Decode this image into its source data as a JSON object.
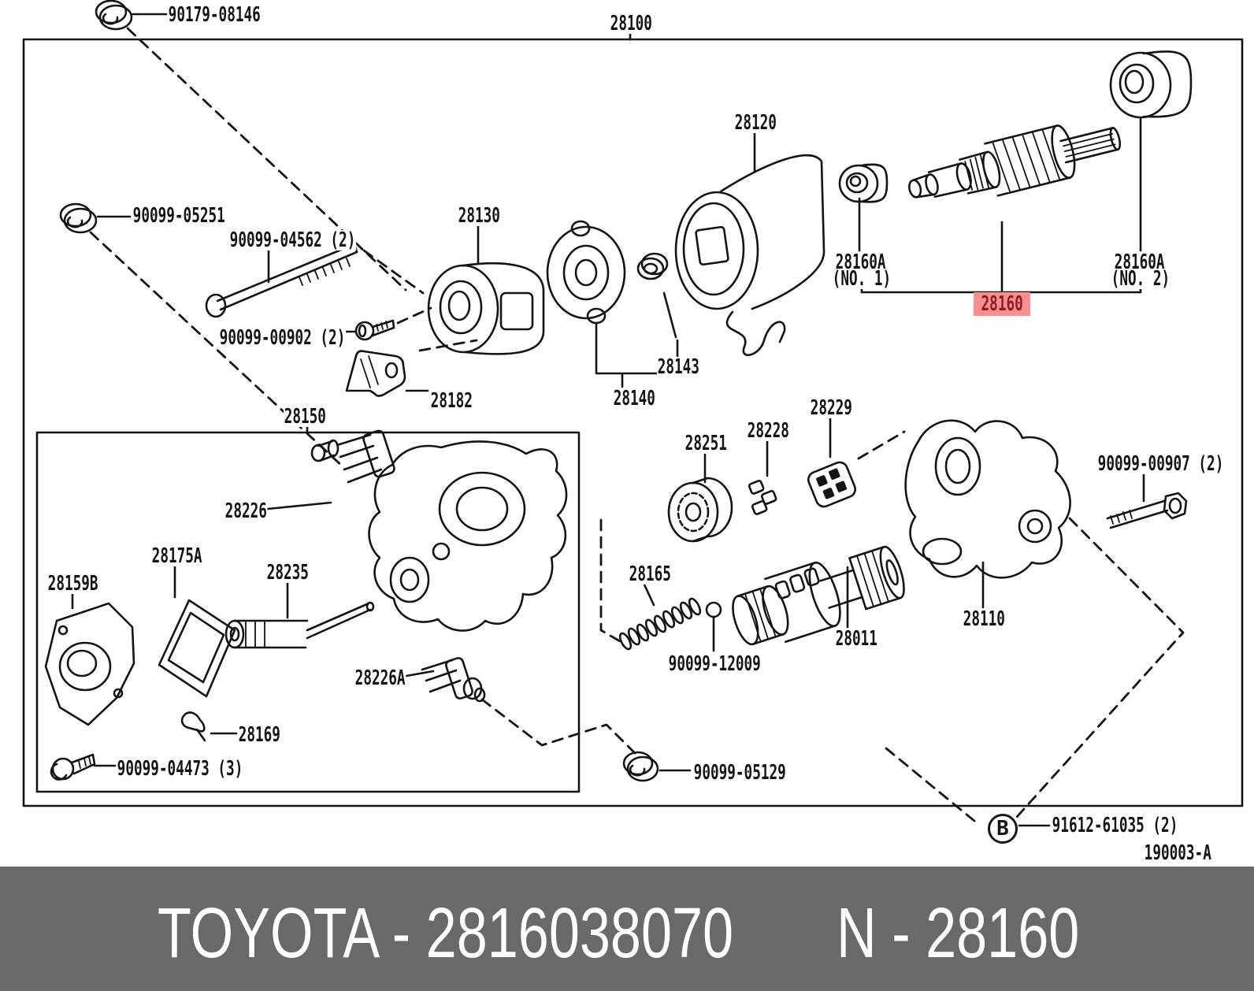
{
  "diagram": {
    "ink": "#141414",
    "labels": [
      "90179-08146",
      "28100",
      "90099-05251",
      "90099-04562 (2)",
      "28130",
      "28120",
      "90099-00902 (2)",
      "28182",
      "28143",
      "28140",
      "28160A",
      "(NO. 1)",
      "28160A",
      "(NO. 2)",
      "28150",
      "28226",
      "28175A",
      "28159B",
      "28235",
      "28226A",
      "28169",
      "90099-04473 (3)",
      "90099-05129",
      "28165",
      "90099-12009",
      "28011",
      "28251",
      "28228",
      "28229",
      "28110",
      "90099-00907 (2)",
      "91612-61035 (2)",
      "190003-A",
      "B"
    ],
    "highlight": {
      "text": "28160",
      "bg": "#FA8F8F",
      "color": "#8B1E1E"
    }
  },
  "banner": {
    "left_text": "TOYOTA - 2816038070",
    "right_text": "N - 28160",
    "bg": "#696969",
    "color": "#FFFFFF"
  }
}
